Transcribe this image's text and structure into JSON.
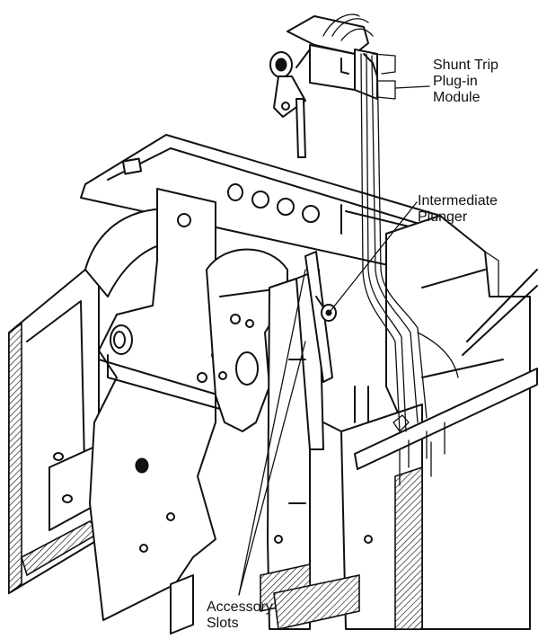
{
  "labels": {
    "shunt_trip": "Shunt Trip\nPlug-in\nModule",
    "intermediate_plunger": "Intermediate\nPlunger",
    "accessory_slots": "Accessory\nSlots"
  }
}
